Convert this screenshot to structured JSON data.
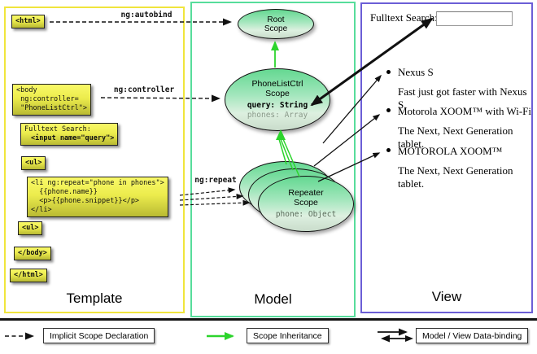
{
  "sections": {
    "template_label": "Template",
    "model_label": "Model",
    "view_label": "View"
  },
  "template": {
    "html_open": "<html>",
    "body_open": "<body\n ng:controller=\n \"PhoneListCtrl\">",
    "fulltext_label": "Fulltext Search:",
    "fulltext_input": "<input name=\"query\">",
    "ul_open": "<ul>",
    "li_repeat": "<li ng:repeat=\"phone in phones\">\n  {{phone.name}}\n  <p>{{phone.snippet}}</p>\n</li>",
    "ul_close": "<ul>",
    "body_close": "</body>",
    "html_close": "</html>"
  },
  "arrow_labels": {
    "autobind": "ng:autobind",
    "controller": "ng:controller",
    "repeat": "ng:repeat"
  },
  "model": {
    "root_scope_title": "Root\nScope",
    "phonelist_scope_title": "PhoneListCtrl\nScope",
    "phonelist_prop_query": "query: String",
    "phonelist_prop_phones": "phones: Array",
    "repeater_scope_title": "Repeater\nScope",
    "repeater_prop_phone": "phone: Object"
  },
  "view": {
    "search_label": "Fulltext Search:",
    "items": [
      {
        "title": "Nexus S",
        "desc": "Fast just got faster with Nexus S."
      },
      {
        "title": "Motorola XOOM™ with Wi-Fi",
        "desc": "The Next, Next Generation tablet."
      },
      {
        "title": "MOTOROLA XOOM™",
        "desc": "The Next, Next Generation tablet."
      }
    ]
  },
  "legend": {
    "implicit_label": "Implicit Scope Declaration",
    "inheritance_label": "Scope Inheritance",
    "binding_label": "Model / View Data-binding"
  },
  "colors": {
    "template_border": "#f0e53c",
    "model_border": "#57dd9b",
    "view_border": "#6b5ed6",
    "code_box_yellow": "#ecec4d",
    "scope_green": "#64d891",
    "inheritance_arrow_green": "#2cd42c",
    "arrow_black": "#111111"
  }
}
